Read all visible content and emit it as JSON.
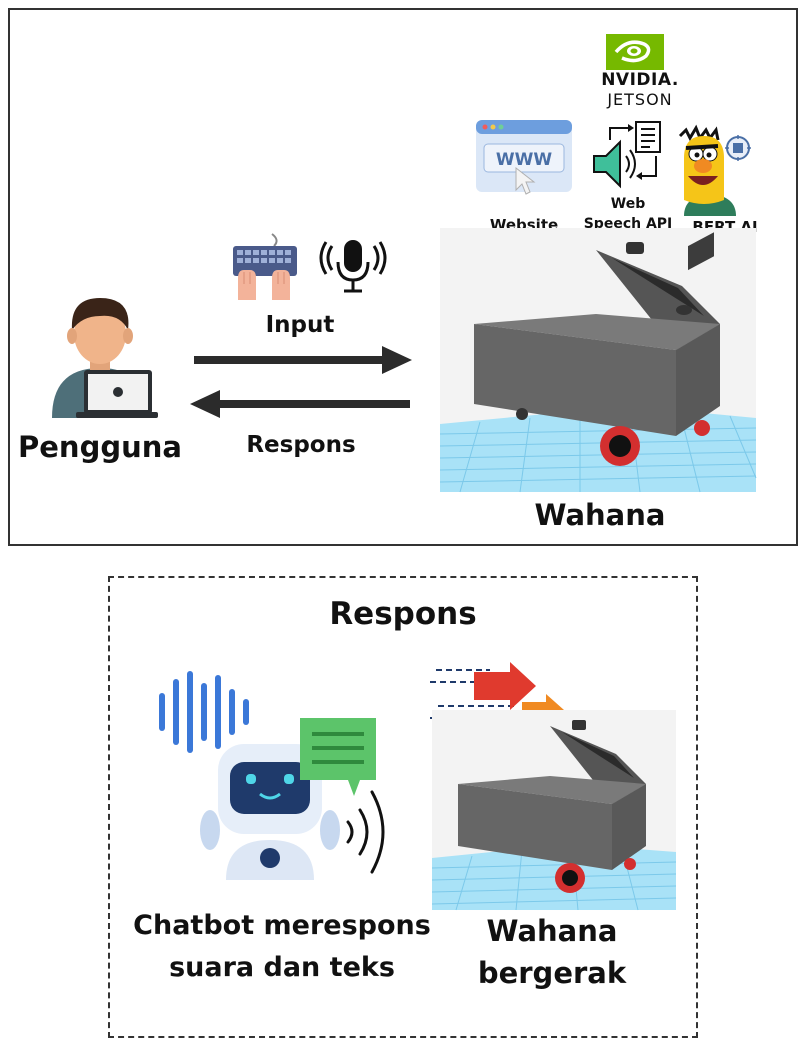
{
  "top": {
    "user_label": "Pengguna",
    "input_label": "Input",
    "response_label": "Respons",
    "vehicle_label": "Wahana",
    "website_label": "Website",
    "webspeech_label_line1": "Web",
    "webspeech_label_line2": "Speech API",
    "bert_label": "BERT AI",
    "www_text": "WWW",
    "nvidia_text": "NVIDIA.",
    "jetson_text": "JETSON"
  },
  "bottom": {
    "title": "Respons",
    "chatbot_label_line1": "Chatbot merespons",
    "chatbot_label_line2": "suara dan teks",
    "vehicle_label_line1": "Wahana",
    "vehicle_label_line2": "bergerak"
  },
  "colors": {
    "nvidia_green": "#76b900",
    "arrow_dark": "#2b2b2b",
    "vehicle_gray": "#6a6a6a",
    "grid_blue": "#8fd3f0",
    "robot_navy": "#1f3a6b",
    "sound_blue": "#3b78d8",
    "chat_green": "#5cc46a",
    "arrow_red": "#e03a2e",
    "arrow_orange": "#f08a22",
    "arrow_yellow": "#f5c542"
  },
  "icons": [
    "user-with-laptop-icon",
    "keyboard-typing-icon",
    "microphone-icon",
    "website-browser-icon",
    "nvidia-logo-icon",
    "speech-to-text-icon",
    "bert-character-icon",
    "vehicle-robot-icon",
    "chatbot-robot-icon",
    "sound-wave-icon",
    "chat-bubble-icon",
    "motion-arrows-icon"
  ]
}
